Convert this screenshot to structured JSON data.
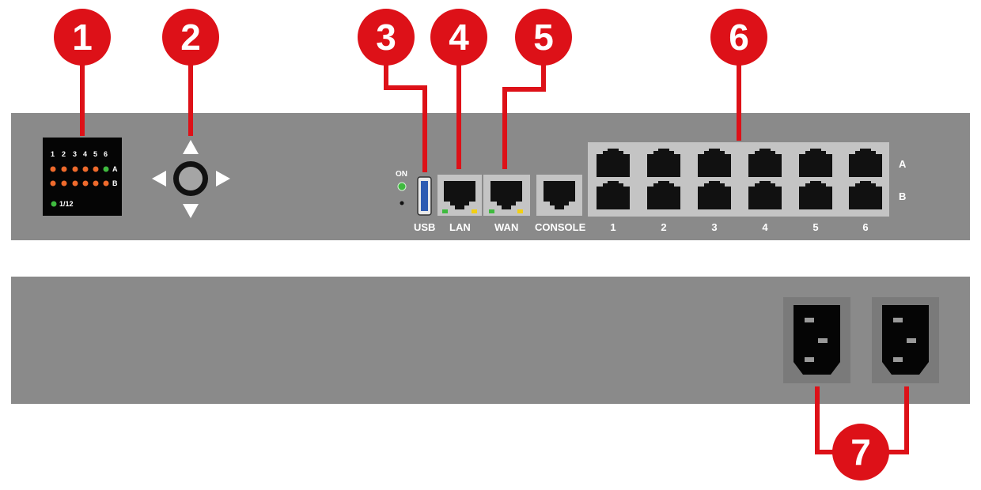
{
  "callouts": [
    "1",
    "2",
    "3",
    "4",
    "5",
    "6",
    "7"
  ],
  "status_panel": {
    "columns": [
      "1",
      "2",
      "3",
      "4",
      "5",
      "6"
    ],
    "row_a": "A",
    "row_b": "B",
    "page_indicator": "1/12"
  },
  "power_led_label": "ON",
  "ports": {
    "usb": "USB",
    "lan": "LAN",
    "wan": "WAN",
    "console": "CONSOLE",
    "switch_numbers": [
      "1",
      "2",
      "3",
      "4",
      "5",
      "6"
    ],
    "row_a": "A",
    "row_b": "B"
  },
  "colors": {
    "callout_red": "#dd1118",
    "panel_gray": "#8a8a8a",
    "port_block": "#c4c4c4",
    "led_orange": "#ee6a2c",
    "led_green": "#3fba3f",
    "led_yellow": "#f2cf12",
    "usb_blue": "#2d5bb2"
  },
  "icons": [
    "arrow-up-icon",
    "arrow-down-icon",
    "arrow-left-icon",
    "arrow-right-icon",
    "ethernet-port-icon",
    "usb-port-icon",
    "power-inlet-icon"
  ]
}
